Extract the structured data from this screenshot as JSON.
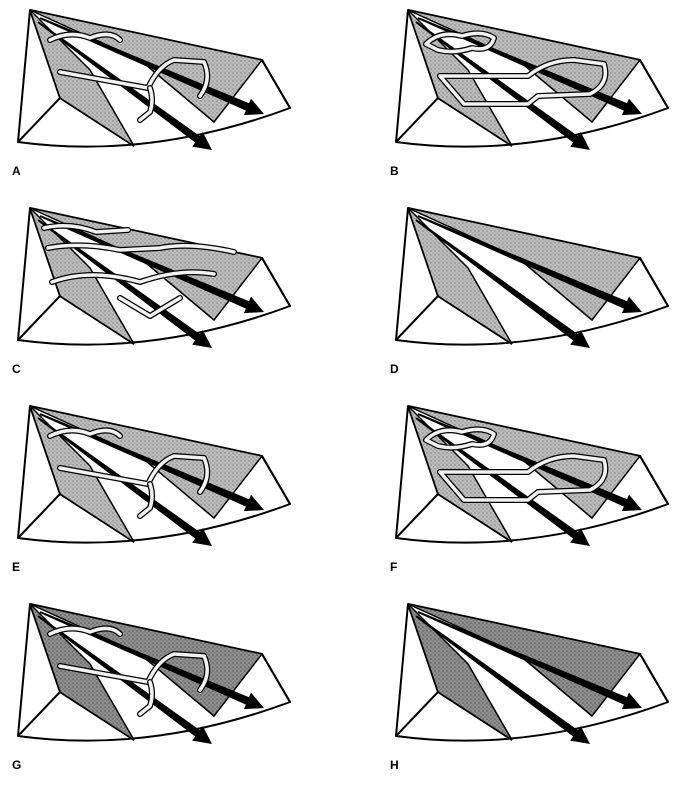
{
  "panels": [
    {
      "label": "A",
      "variant": "tracts"
    },
    {
      "label": "B",
      "variant": "loops"
    },
    {
      "label": "C",
      "variant": "dense"
    },
    {
      "label": "D",
      "variant": "plain"
    },
    {
      "label": "E",
      "variant": "tracts"
    },
    {
      "label": "F",
      "variant": "loops"
    },
    {
      "label": "G",
      "variant": "tracts-dark"
    },
    {
      "label": "H",
      "variant": "plain-dark"
    }
  ],
  "colors": {
    "ink": "#000000",
    "paper": "#ffffff",
    "shade_light": "#b9b9b9",
    "shade_dark": "#8c8c8c",
    "tract_fill": "#f2f2f2"
  }
}
